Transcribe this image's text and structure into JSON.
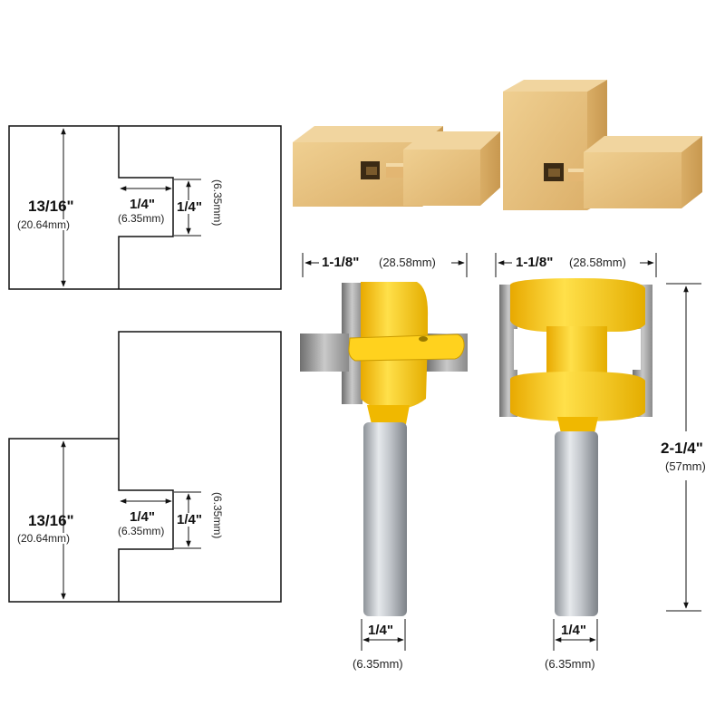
{
  "joint_diagrams": [
    {
      "depth_label": "13/16\"",
      "depth_metric": "(20.64mm)",
      "tongue_length_label": "1/4\"",
      "tongue_length_metric": "(6.35mm)",
      "tongue_width_label": "1/4\"",
      "tongue_width_metric": "(6.35mm)"
    },
    {
      "depth_label": "13/16\"",
      "depth_metric": "(20.64mm)",
      "tongue_length_label": "1/4\"",
      "tongue_length_metric": "(6.35mm)",
      "tongue_width_label": "1/4\"",
      "tongue_width_metric": "(6.35mm)"
    }
  ],
  "bits": [
    {
      "cut_width_label": "1-1/8\"",
      "cut_width_metric": "(28.58mm)",
      "shank_label": "1/4\"",
      "shank_metric": "(6.35mm)"
    },
    {
      "cut_width_label": "1-1/8\"",
      "cut_width_metric": "(28.58mm)",
      "shank_label": "1/4\"",
      "shank_metric": "(6.35mm)",
      "total_length_label": "2-1/4\"",
      "total_length_metric": "(57mm)"
    }
  ],
  "colors": {
    "wood": "#e5bf7d",
    "wood_top": "#f0d39c",
    "wood_dark": "#c69a55",
    "bit_yellow": "#f5c400",
    "carbide": "#9a9a9a",
    "shank": "#b8bcc2"
  }
}
